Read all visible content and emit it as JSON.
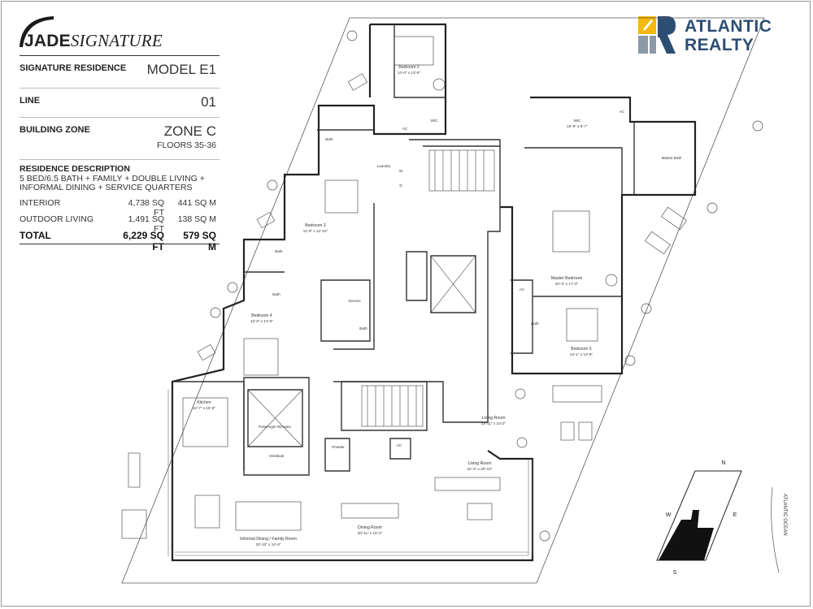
{
  "logo": {
    "part1": "JADE",
    "part2": "SIGNATURE"
  },
  "brand": {
    "line1": "ATLANTIC",
    "line2": "REALTY",
    "colors": {
      "gold": "#f5b80e",
      "blue": "#2c4e73",
      "gray": "#8b99a8"
    }
  },
  "spec": {
    "residence_label": "SIGNATURE RESIDENCE",
    "model": "MODEL E1",
    "line_label": "LINE",
    "line_value": "01",
    "zone_label": "BUILDING ZONE",
    "zone_value": "ZONE C",
    "floors": "FLOORS 35-36"
  },
  "description": {
    "title": "RESIDENCE DESCRIPTION",
    "body": "5 BED/6.5 BATH + FAMILY + DOUBLE LIVING + INFORMAL DINING + SERVICE QUARTERS"
  },
  "areas": {
    "interior": {
      "label": "INTERIOR",
      "sqft": "4,738 SQ FT",
      "sqm": "441 SQ M"
    },
    "outdoor": {
      "label": "OUTDOOR LIVING",
      "sqft": "1,491 SQ FT",
      "sqm": "138 SQ M"
    },
    "total": {
      "label": "TOTAL",
      "sqft": "6,229 SQ FT",
      "sqm": "579 SQ M"
    }
  },
  "rooms": {
    "bedroom2": {
      "name": "Bedroom 2",
      "dim": "14'-0\" x 13'-6\""
    },
    "bath_a": {
      "name": "Bath"
    },
    "ac_a": {
      "name": "AC"
    },
    "wic_a": {
      "name": "WIC"
    },
    "laundry": {
      "name": "Laundry"
    },
    "w": {
      "name": "W"
    },
    "d": {
      "name": "D"
    },
    "bedroom3": {
      "name": "Bedroom 3",
      "dim": "11'-9\" x 12'-10\""
    },
    "bath_b": {
      "name": "Bath"
    },
    "bath_c": {
      "name": "Bath"
    },
    "bedroom4": {
      "name": "Bedroom 4",
      "dim": "12'-0\" x 13'-6\""
    },
    "service": {
      "name": "Service"
    },
    "bath_d": {
      "name": "Bath"
    },
    "kitchen": {
      "name": "Kitchen",
      "dim": "12'-7\" x 15'-8\""
    },
    "passenger_elevator": {
      "name": "Passenger Elevator"
    },
    "vestibule": {
      "name": "Vestibule"
    },
    "powder": {
      "name": "Powder"
    },
    "ac_b": {
      "name": "AC"
    },
    "wic_m": {
      "name": "WIC",
      "dim": "18'-9\" x 8'-7\""
    },
    "ac_c": {
      "name": "AC"
    },
    "master_bath": {
      "name": "Master Bath"
    },
    "master_bedroom": {
      "name": "Master Bedroom",
      "dim": "20'-3\" x 17'-3\""
    },
    "ac_d": {
      "name": "AC"
    },
    "bath_e": {
      "name": "Bath"
    },
    "bedroom5": {
      "name": "Bedroom 5",
      "dim": "14'-1\" x 13'-9\""
    },
    "living_room_1": {
      "name": "Living Room",
      "dim": "15'-11\" x 10'-2\""
    },
    "living_room_2": {
      "name": "Living Room",
      "dim": "22'-3\" x 20'-10\""
    },
    "dining_room": {
      "name": "Dining Room",
      "dim": "20'-11\" x 16'-2\""
    },
    "informal_dining": {
      "name": "Informal Dining / Family Room",
      "dim": "23'-10\" x 14'-6\""
    }
  },
  "compass": {
    "n": "N",
    "s": "S",
    "e": "E",
    "w": "W"
  },
  "ocean": "ATLANTIC OCEAN"
}
